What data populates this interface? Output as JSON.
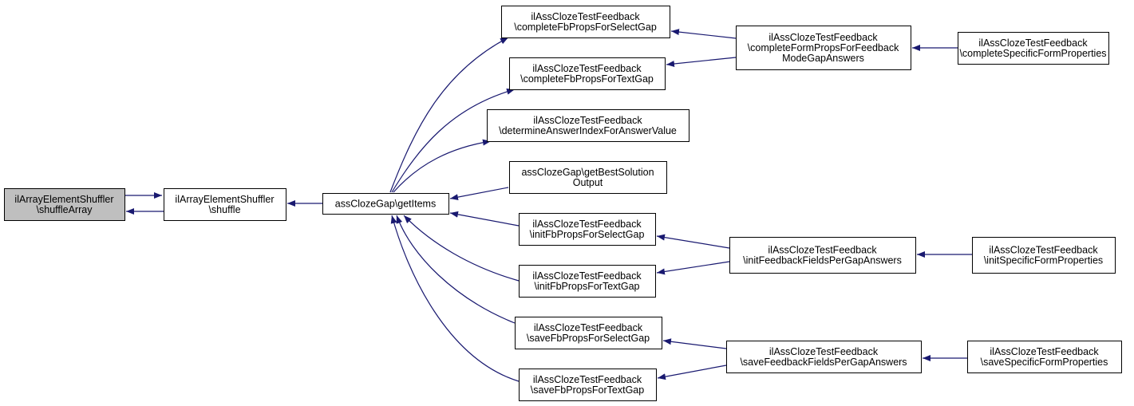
{
  "colors": {
    "edge": "#191970",
    "node_fill": "#ffffff",
    "node_border": "#000000",
    "highlight_fill": "#bfbfbf",
    "background": "#ffffff"
  },
  "nodes": [
    {
      "id": "shuffleArray",
      "highlighted": true,
      "lines": [
        "ilArrayElementShuffler",
        "\\shuffleArray"
      ]
    },
    {
      "id": "shuffle",
      "highlighted": false,
      "lines": [
        "ilArrayElementShuffler",
        "\\shuffle"
      ]
    },
    {
      "id": "getItems",
      "highlighted": false,
      "lines": [
        "assClozeGap\\getItems"
      ]
    },
    {
      "id": "completeFbPropsForSelectGap",
      "highlighted": false,
      "lines": [
        "ilAssClozeTestFeedback",
        "\\completeFbPropsForSelectGap"
      ]
    },
    {
      "id": "completeFbPropsForTextGap",
      "highlighted": false,
      "lines": [
        "ilAssClozeTestFeedback",
        "\\completeFbPropsForTextGap"
      ]
    },
    {
      "id": "determineAnswerIndexForAnswerValue",
      "highlighted": false,
      "lines": [
        "ilAssClozeTestFeedback",
        "\\determineAnswerIndexForAnswerValue"
      ]
    },
    {
      "id": "getBestSolutionOutput",
      "highlighted": false,
      "lines": [
        "assClozeGap\\getBestSolution",
        "Output"
      ]
    },
    {
      "id": "initFbPropsForSelectGap",
      "highlighted": false,
      "lines": [
        "ilAssClozeTestFeedback",
        "\\initFbPropsForSelectGap"
      ]
    },
    {
      "id": "initFbPropsForTextGap",
      "highlighted": false,
      "lines": [
        "ilAssClozeTestFeedback",
        "\\initFbPropsForTextGap"
      ]
    },
    {
      "id": "saveFbPropsForSelectGap",
      "highlighted": false,
      "lines": [
        "ilAssClozeTestFeedback",
        "\\saveFbPropsForSelectGap"
      ]
    },
    {
      "id": "saveFbPropsForTextGap",
      "highlighted": false,
      "lines": [
        "ilAssClozeTestFeedback",
        "\\saveFbPropsForTextGap"
      ]
    },
    {
      "id": "completeFormPropsForFeedbackModeGapAnswers",
      "highlighted": false,
      "lines": [
        "ilAssClozeTestFeedback",
        "\\completeFormPropsForFeedback",
        "ModeGapAnswers"
      ]
    },
    {
      "id": "initFeedbackFieldsPerGapAnswers",
      "highlighted": false,
      "lines": [
        "ilAssClozeTestFeedback",
        "\\initFeedbackFieldsPerGapAnswers"
      ]
    },
    {
      "id": "saveFeedbackFieldsPerGapAnswers",
      "highlighted": false,
      "lines": [
        "ilAssClozeTestFeedback",
        "\\saveFeedbackFieldsPerGapAnswers"
      ]
    },
    {
      "id": "completeSpecificFormProperties",
      "highlighted": false,
      "lines": [
        "ilAssClozeTestFeedback",
        "\\completeSpecificFormProperties"
      ]
    },
    {
      "id": "initSpecificFormProperties",
      "highlighted": false,
      "lines": [
        "ilAssClozeTestFeedback",
        "\\initSpecificFormProperties"
      ]
    },
    {
      "id": "saveSpecificFormProperties",
      "highlighted": false,
      "lines": [
        "ilAssClozeTestFeedback",
        "\\saveSpecificFormProperties"
      ]
    }
  ],
  "edges": [
    {
      "from": "shuffleArray",
      "to": "shuffle"
    },
    {
      "from": "shuffle",
      "to": "shuffleArray"
    },
    {
      "from": "shuffle",
      "to": "getItems"
    },
    {
      "from": "getItems",
      "to": "completeFbPropsForSelectGap"
    },
    {
      "from": "getItems",
      "to": "completeFbPropsForTextGap"
    },
    {
      "from": "getItems",
      "to": "determineAnswerIndexForAnswerValue"
    },
    {
      "from": "getItems",
      "to": "getBestSolutionOutput"
    },
    {
      "from": "getItems",
      "to": "initFbPropsForSelectGap"
    },
    {
      "from": "getItems",
      "to": "initFbPropsForTextGap"
    },
    {
      "from": "getItems",
      "to": "saveFbPropsForSelectGap"
    },
    {
      "from": "getItems",
      "to": "saveFbPropsForTextGap"
    },
    {
      "from": "completeFbPropsForSelectGap",
      "to": "completeFormPropsForFeedbackModeGapAnswers"
    },
    {
      "from": "completeFbPropsForTextGap",
      "to": "completeFormPropsForFeedbackModeGapAnswers"
    },
    {
      "from": "initFbPropsForSelectGap",
      "to": "initFeedbackFieldsPerGapAnswers"
    },
    {
      "from": "initFbPropsForTextGap",
      "to": "initFeedbackFieldsPerGapAnswers"
    },
    {
      "from": "saveFbPropsForSelectGap",
      "to": "saveFeedbackFieldsPerGapAnswers"
    },
    {
      "from": "saveFbPropsForTextGap",
      "to": "saveFeedbackFieldsPerGapAnswers"
    },
    {
      "from": "completeFormPropsForFeedbackModeGapAnswers",
      "to": "completeSpecificFormProperties"
    },
    {
      "from": "initFeedbackFieldsPerGapAnswers",
      "to": "initSpecificFormProperties"
    },
    {
      "from": "saveFeedbackFieldsPerGapAnswers",
      "to": "saveSpecificFormProperties"
    }
  ]
}
